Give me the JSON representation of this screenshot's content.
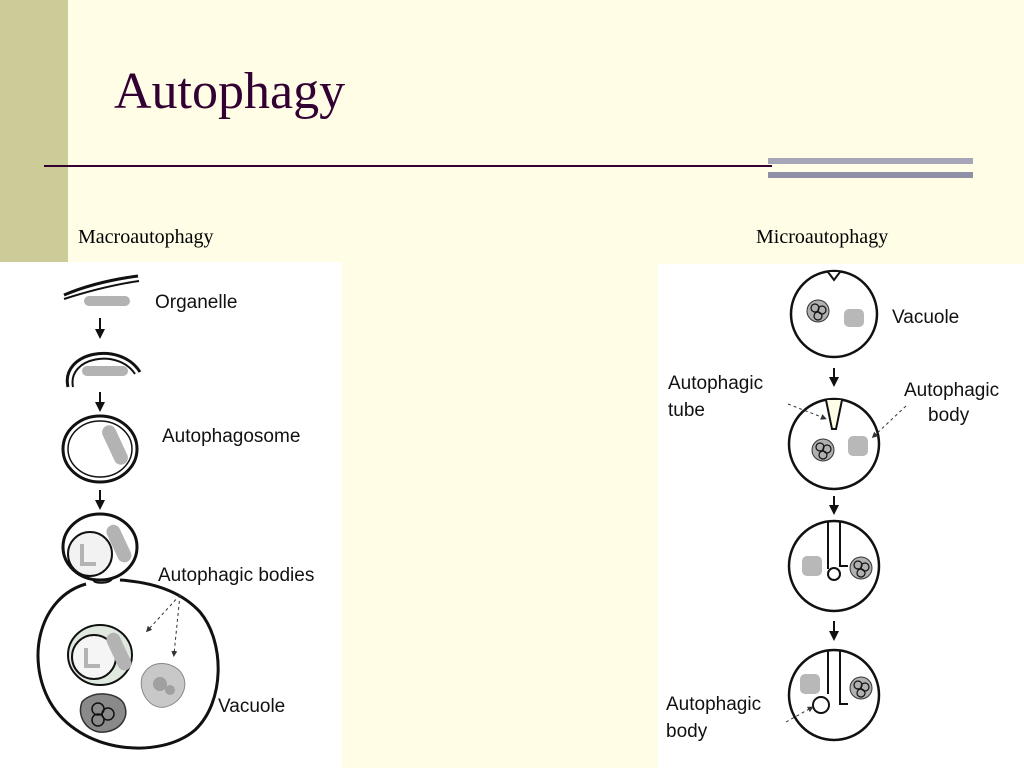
{
  "slide": {
    "title": "Autophagy"
  },
  "panels": {
    "macro": {
      "heading": "Macroautophagy",
      "labels": {
        "organelle": "Organelle",
        "autophagosome": "Autophagosome",
        "autophagic_bodies": "Autophagic bodies",
        "vacuole": "Vacuole"
      }
    },
    "micro": {
      "heading": "Microautophagy",
      "labels": {
        "vacuole": "Vacuole",
        "autophagic_tube_1": "Autophagic",
        "autophagic_tube_2": "tube",
        "autophagic_body_1": "Autophagic",
        "autophagic_body_2": "body",
        "autophagic_body_bottom_1": "Autophagic",
        "autophagic_body_bottom_2": "body"
      }
    }
  },
  "colors": {
    "sidebar": "#cccc99",
    "background": "#fffde6",
    "title": "#330033"
  }
}
